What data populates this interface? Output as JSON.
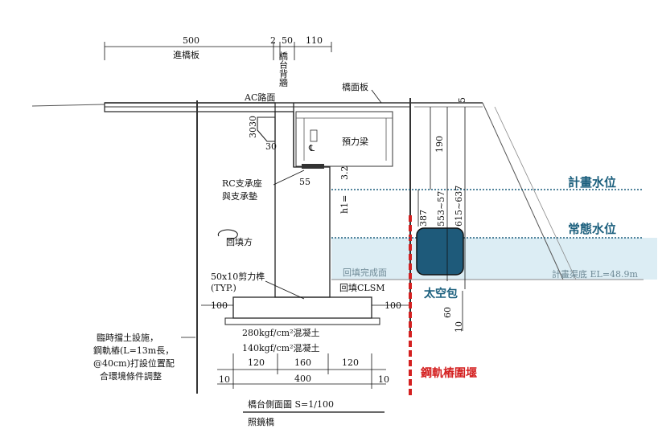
{
  "colors": {
    "water_band": "#dcedf4",
    "water_line": "#1b5f7d",
    "sandbag_fill": "#1e5a7a",
    "sheet_pile": "#d42020",
    "text_blue": "#1b5f7d"
  },
  "dimensions": {
    "d500": "500",
    "d2": "2",
    "d50": "50",
    "d110": "110",
    "d3030": "3030",
    "d30": "30",
    "d5": "5",
    "d190": "190",
    "d32": "3.2",
    "d55": "55",
    "d387": "387",
    "d553": "553~57",
    "d615": "615~637",
    "d100l": "100",
    "d100r": "100",
    "d60": "60",
    "d10r": "10",
    "d120a": "120",
    "d160": "160",
    "d120b": "120",
    "d400": "400",
    "d10a": "10",
    "d10b": "10"
  },
  "labels": {
    "approach_slab": "進橋板",
    "backwall": "橋台背牆",
    "deck_slab": "橋面板",
    "ac_pavement": "AC路面",
    "prestressed_beam": "預力梁",
    "centerline": "℄",
    "bearing": "RC支承座",
    "bearing_pad": "與支承墊",
    "h1": "h1=",
    "backfill_dir": "回填方",
    "backfill_done": "回填完成面",
    "backfill_clsm": "回填CLSM",
    "shear_key": "50x10剪力榫",
    "typ": "(TYP.)",
    "concrete_280": "280kgf/cm²混凝土",
    "concrete_140": "140kgf/cm²混凝土",
    "temp_wall_1": "臨時擋土設施，",
    "temp_wall_2": "鋼軌樁(L=13m長，",
    "temp_wall_3": "@40cm)打設位置配",
    "temp_wall_4": "合環境條件調整",
    "planned_water": "計畫水位",
    "normal_water": "常態水位",
    "channel_bottom": "計畫渠底 EL=48.9m",
    "sandbag": "太空包",
    "sheet_pile_wall": "鋼軌樁圍堰",
    "title": "橋台側面圖 S=1/100",
    "subtitle": "照鏡橋"
  }
}
